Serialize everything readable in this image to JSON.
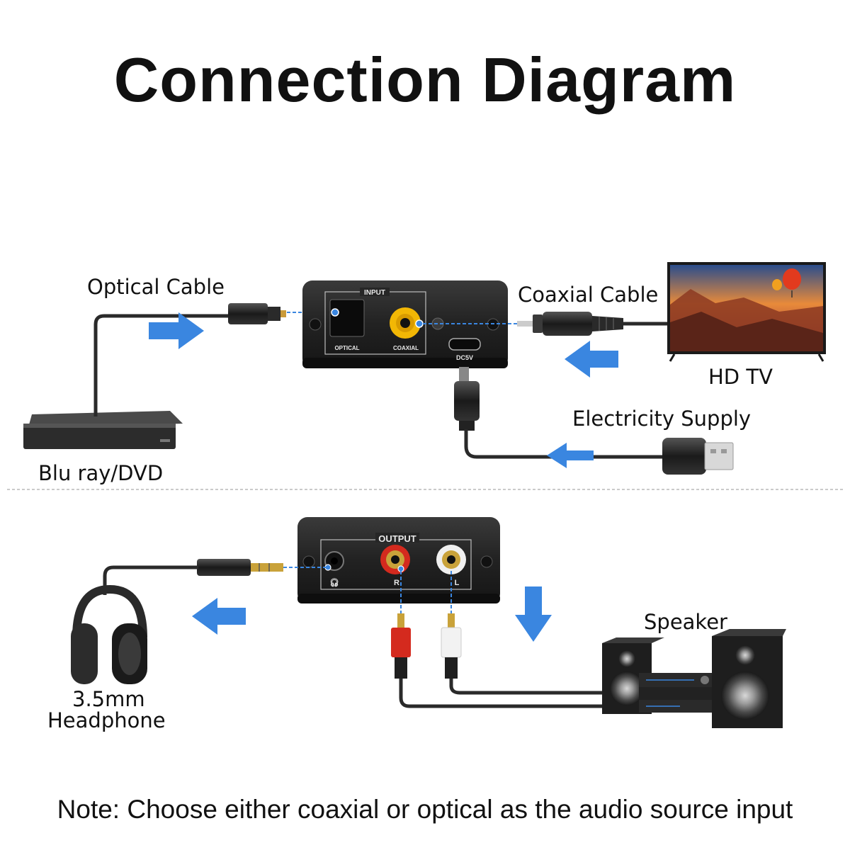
{
  "title": "Connection Diagram",
  "labels": {
    "optical_cable": "Optical Cable",
    "coaxial_cable": "Coaxial Cable",
    "hd_tv": "HD TV",
    "electricity_supply": "Electricity Supply",
    "blu_ray": "Blu ray/DVD",
    "speaker": "Speaker",
    "headphone_line1": "3.5mm",
    "headphone_line2": "Headphone"
  },
  "input_box": {
    "panel_label": "INPUT",
    "optical_port": "OPTICAL",
    "coaxial_port": "COAXIAL",
    "power_port": "DC5V"
  },
  "output_box": {
    "panel_label": "OUTPUT",
    "right_port": "R",
    "left_port": "L"
  },
  "note": "Note: Choose either coaxial or optical as the audio source input",
  "colors": {
    "arrow": "#3a86e0",
    "device_body": "#1e1e1e",
    "cable": "#2a2a2a",
    "rca_red": "#d42a1e",
    "rca_white": "#f2f2f2",
    "coaxial_yellow": "#f2b705"
  }
}
